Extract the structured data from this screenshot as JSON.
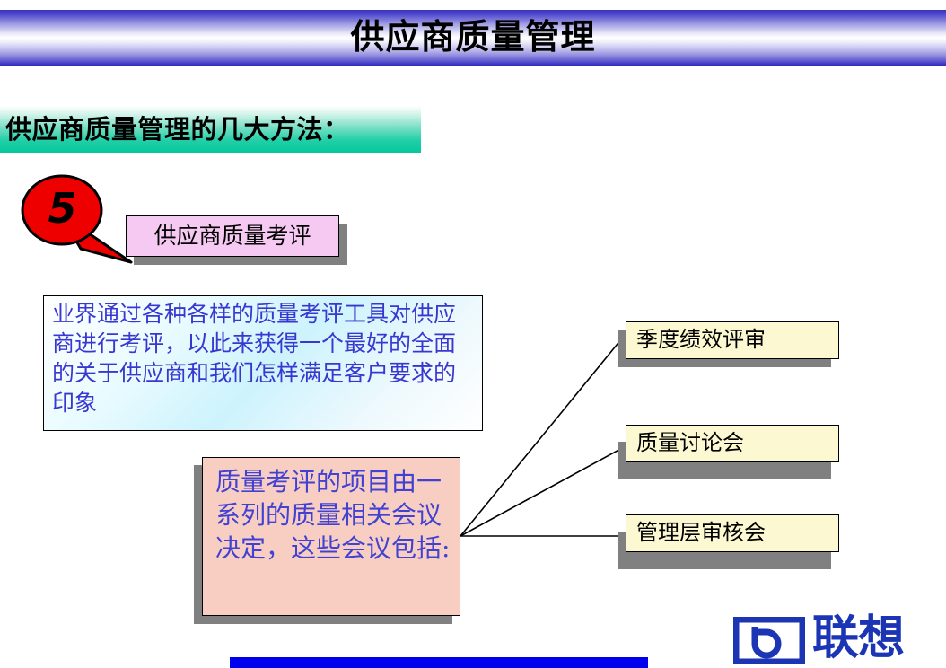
{
  "slide": {
    "title": "供应商质量管理",
    "section_header": "供应商质量管理的几大方法：",
    "callout_number": "5",
    "topic_label": "供应商质量考评",
    "description": "业界通过各种各样的质量考评工具对供应商进行考评，以此来获得一个最好的全面的关于供应商和我们怎样满足客户要求的印象",
    "meeting_intro": "质量考评的项目由一系列的质量相关会议决定，这些会议包括:",
    "meeting_items": [
      {
        "label": "季度绩效评审"
      },
      {
        "label": "质量讨论会"
      },
      {
        "label": "管理层审核会"
      }
    ],
    "logo_text": "联想"
  },
  "colors": {
    "banner_blue": "#3b34c4",
    "header_green": "#05c79c",
    "callout_red": "#ee0000",
    "topic_pink": "#f6c9f2",
    "desc_blue_text": "#3838d0",
    "meeting_pink": "#f8cec3",
    "meeting_text_blue": "#4141d2",
    "item_yellow": "#fbf8d2",
    "shadow_gray": "#808080",
    "bottom_bar_blue": "#0000ee",
    "logo_blue": "#1b35b5"
  }
}
